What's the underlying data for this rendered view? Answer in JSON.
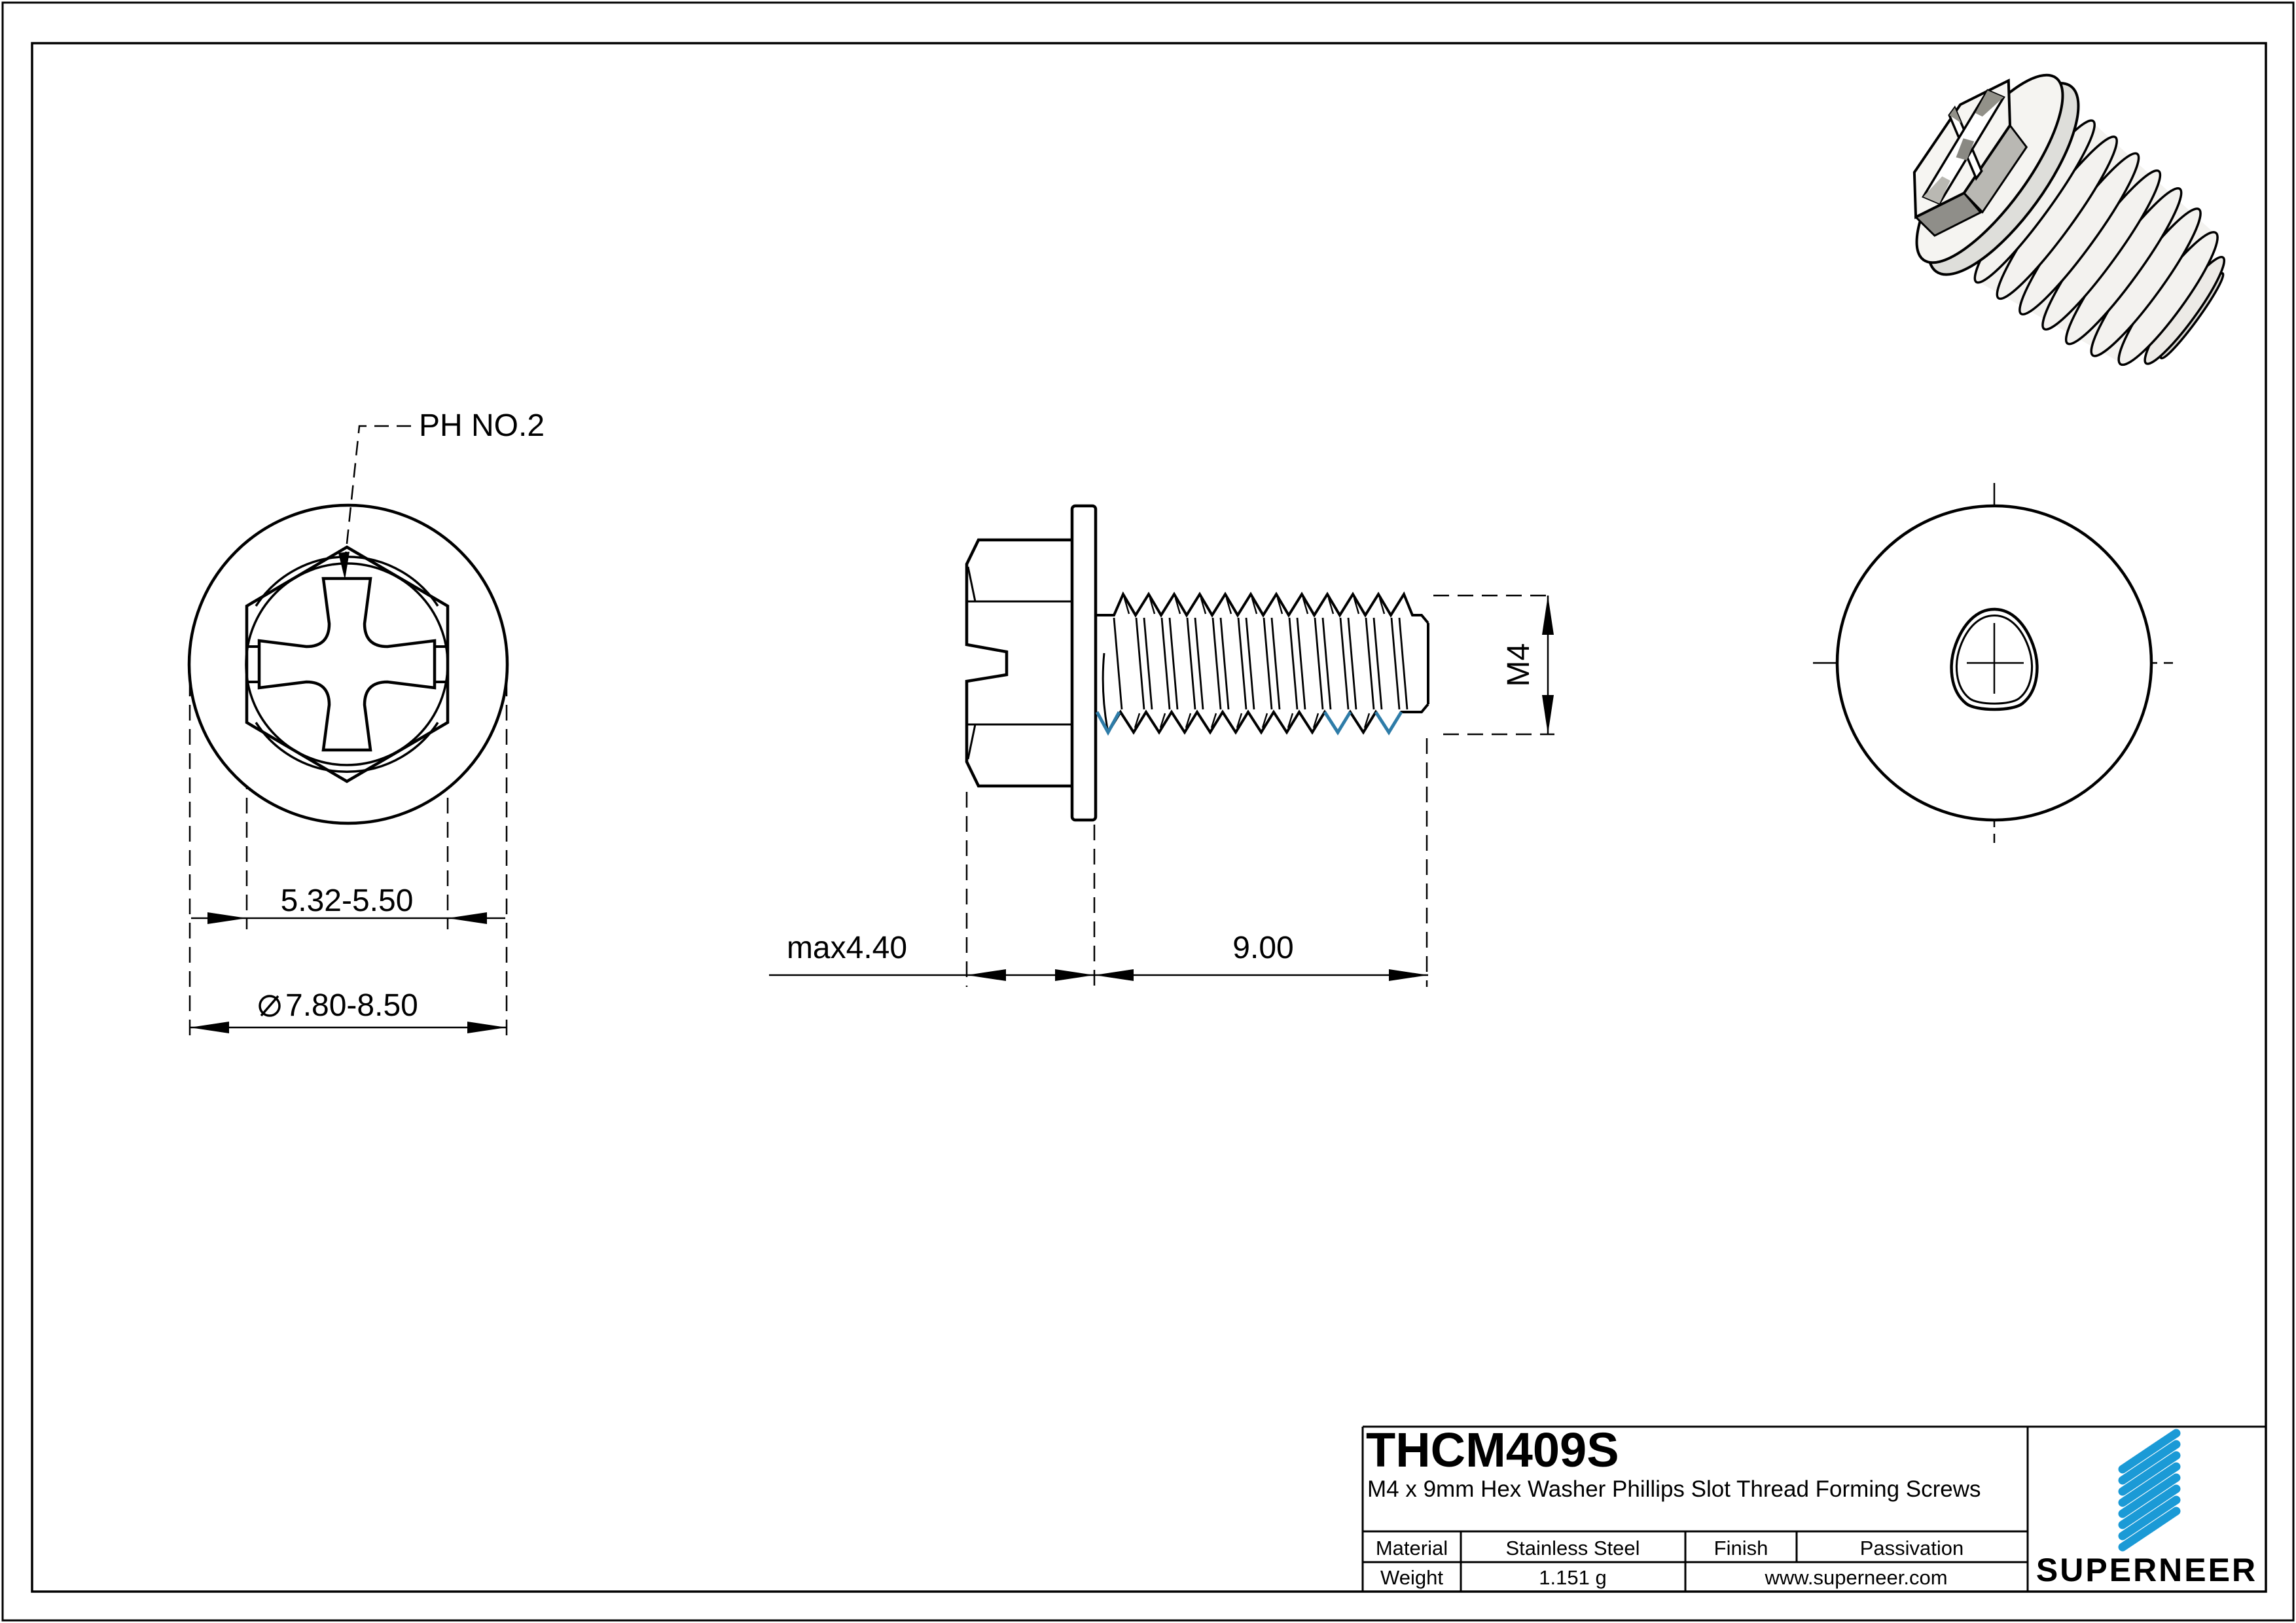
{
  "drawing": {
    "front_view": {
      "leader_label": "PH NO.2",
      "dim_flats": "5.32-5.50",
      "dia_prefix": "⌀",
      "dim_dia": "7.80-8.50"
    },
    "side_view": {
      "dim_head": "max4.40",
      "dim_length": "9.00",
      "dim_thread": "M4"
    }
  },
  "title_block": {
    "part_number": "THCM409S",
    "description": "M4 x 9mm Hex Washer Phillips Slot Thread Forming Screws",
    "material_label": "Material",
    "material_value": "Stainless Steel",
    "finish_label": "Finish",
    "finish_value": "Passivation",
    "weight_label": "Weight",
    "weight_value": "1.151 g",
    "website": "www.superneer.com",
    "brand": "SUPERNEER"
  },
  "colors": {
    "line": "#000000",
    "paper": "#ffffff",
    "thread_accent_blue": "#2e7ca8",
    "brand_blue": "#1b9ad6",
    "link_blue": "#1778d0"
  }
}
